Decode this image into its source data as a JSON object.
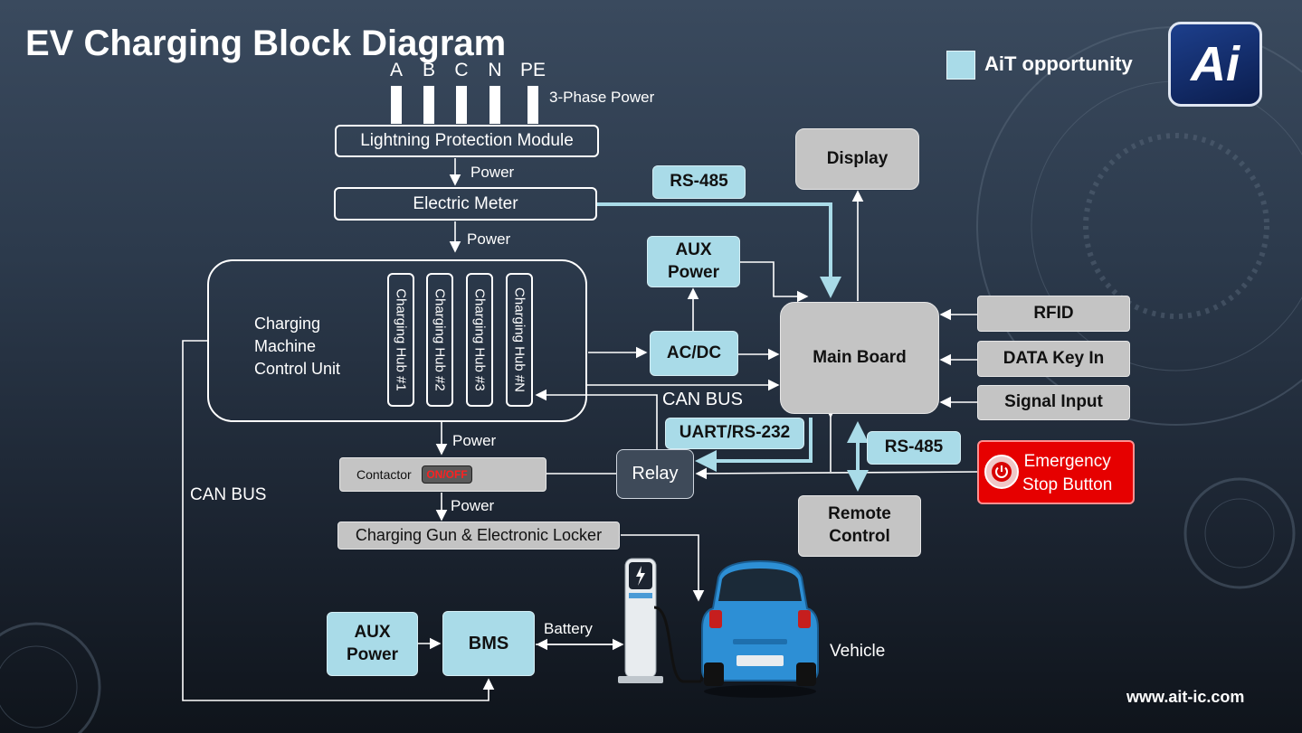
{
  "title": "EV Charging Block Diagram",
  "legend": {
    "label": "AiT opportunity",
    "color": "#a9dbe8"
  },
  "logo": {
    "text": "Ai"
  },
  "phases": [
    "A",
    "B",
    "C",
    "N",
    "PE"
  ],
  "phase_label": "3-Phase Power",
  "nodes": {
    "lightning": "Lightning Protection Module",
    "meter": "Electric Meter",
    "ccu": "Charging\nMachine\nControl Unit",
    "hubs": [
      "Charging Hub #1",
      "Charging Hub #2",
      "Charging Hub #3",
      "Charging Hub #N"
    ],
    "contactor": "Contactor",
    "onoff": "ON/OFF",
    "gun": "Charging Gun & Electronic Locker",
    "relay": "Relay",
    "acdc": "AC/DC",
    "aux_power_top": "AUX\nPower",
    "display": "Display",
    "main_board": "Main Board",
    "rfid": "RFID",
    "data_key": "DATA Key In",
    "signal_input": "Signal Input",
    "emergency": "Emergency\nStop Button",
    "remote": "Remote\nControl",
    "aux_power_bottom": "AUX\nPower",
    "bms": "BMS",
    "vehicle": "Vehicle"
  },
  "labels": {
    "rs485_top": "RS-485",
    "rs485_bottom": "RS-485",
    "uart": "UART/RS-232",
    "can_bus_right": "CAN BUS",
    "can_bus_left": "CAN BUS",
    "power1": "Power",
    "power2": "Power",
    "power3": "Power",
    "power4": "Power",
    "battery": "Battery"
  },
  "website": "www.ait-ic.com",
  "colors": {
    "accent": "#a9dbe8",
    "node_gray": "#c4c4c4",
    "emergency": "#e60000"
  }
}
